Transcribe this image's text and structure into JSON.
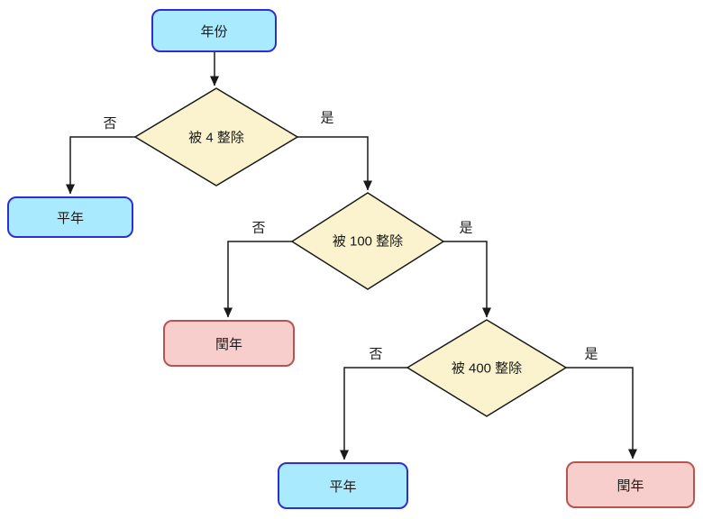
{
  "diagram": {
    "type": "flowchart",
    "nodes": [
      {
        "id": "year",
        "label": "年份",
        "shape": "rounded-rect",
        "fill": "blue"
      },
      {
        "id": "divisible-by-4",
        "label": "被 4 整除",
        "shape": "diamond",
        "fill": "yellow"
      },
      {
        "id": "common-year-left",
        "label": "平年",
        "shape": "rounded-rect",
        "fill": "blue"
      },
      {
        "id": "divisible-by-100",
        "label": "被 100 整除",
        "shape": "diamond",
        "fill": "yellow"
      },
      {
        "id": "leap-year-middle",
        "label": "閏年",
        "shape": "rounded-rect",
        "fill": "pink"
      },
      {
        "id": "divisible-by-400",
        "label": "被 400 整除",
        "shape": "diamond",
        "fill": "yellow"
      },
      {
        "id": "common-year-bottom",
        "label": "平年",
        "shape": "rounded-rect",
        "fill": "blue"
      },
      {
        "id": "leap-year-bottom",
        "label": "閏年",
        "shape": "rounded-rect",
        "fill": "pink"
      }
    ],
    "edges": [
      {
        "from": "year",
        "to": "divisible-by-4",
        "label": ""
      },
      {
        "from": "divisible-by-4",
        "to": "common-year-left",
        "label": "否"
      },
      {
        "from": "divisible-by-4",
        "to": "divisible-by-100",
        "label": "是"
      },
      {
        "from": "divisible-by-100",
        "to": "leap-year-middle",
        "label": "否"
      },
      {
        "from": "divisible-by-100",
        "to": "divisible-by-400",
        "label": "是"
      },
      {
        "from": "divisible-by-400",
        "to": "common-year-bottom",
        "label": "否"
      },
      {
        "from": "divisible-by-400",
        "to": "leap-year-bottom",
        "label": "是"
      }
    ],
    "colors": {
      "terminal_fill": "#A9EAFF",
      "terminal_border": "#2E2ED6",
      "decision_fill": "#FAF3CE",
      "decision_border": "#1A1A1A",
      "result_fill": "#F8CECC",
      "result_border": "#B85450",
      "connector": "#1A1A1A"
    }
  }
}
